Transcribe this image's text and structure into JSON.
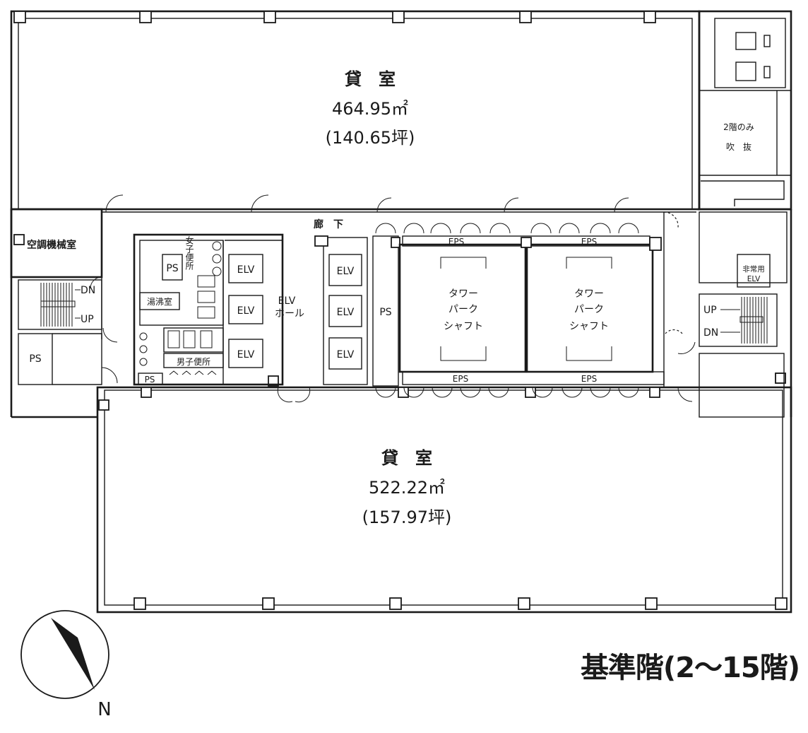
{
  "floor_title": "基準階(2〜15階)",
  "compass": {
    "north_label": "N"
  },
  "upper_office": {
    "name": "貸　室",
    "area_m2": "464.95㎡",
    "area_tsubo": "(140.65坪)"
  },
  "lower_office": {
    "name": "貸　室",
    "area_m2": "522.22㎡",
    "area_tsubo": "(157.97坪)"
  },
  "rooms": {
    "ac_room": "空調機械室",
    "corridor": "廊　下",
    "elv_hall_1": "ELV",
    "elv_hall_2": "ホール",
    "elv": "ELV",
    "ps": "PS",
    "eps": "EPS",
    "womens_wc": "女子便所",
    "mens_wc": "男子便所",
    "kitchenette": "湯沸室",
    "tower_park_1": "タワー",
    "tower_park_2": "パーク",
    "tower_park_3": "シャフト",
    "emergency_elv_1": "非常用",
    "emergency_elv_2": "ELV",
    "void_1": "2階のみ",
    "void_2": "吹　抜"
  },
  "stairs": {
    "up": "UP",
    "down": "DN"
  }
}
